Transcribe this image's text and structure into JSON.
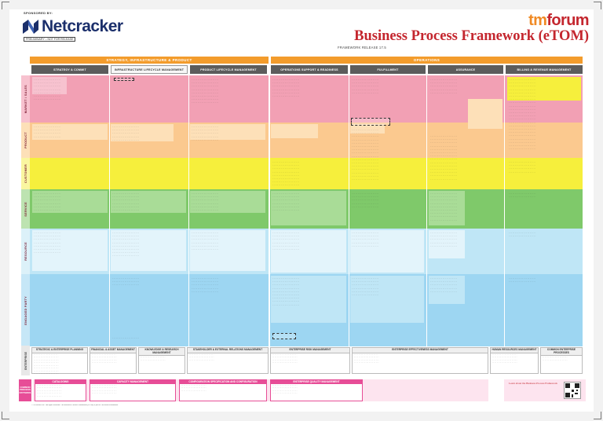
{
  "header": {
    "sponsor": "SPONSORED BY:",
    "company": "Netcracker",
    "preliminary": "PRELIMINARY – NOT FOR RELEASE",
    "brand_tm": "tm",
    "brand_forum": "forum",
    "title": "Business Process Framework (eTOM)",
    "release": "FRAMEWORK RELEASE 17.5"
  },
  "bands": {
    "sip": "STRATEGY, INFRASTRUCTURE & PRODUCT",
    "ops": "OPERATIONS"
  },
  "columns": [
    "STRATEGY & COMMIT",
    "INFRASTRUCTURE LIFECYCLE MANAGEMENT",
    "PRODUCT LIFECYCLE MANAGEMENT",
    "OPERATIONS SUPPORT & READINESS",
    "FULFILLMENT",
    "ASSURANCE",
    "BILLING & REVENUE MANAGEMENT"
  ],
  "rows": [
    "MARKET / SALES",
    "PRODUCT",
    "CUSTOMER",
    "SERVICE",
    "RESOURCE",
    "ENGAGED PARTY"
  ],
  "placeholder": "· · · · · · · · · · · · · · · · · · · · · ·",
  "enterprise": {
    "label": "ENTERPRISE",
    "groups": [
      "STRATEGIC & ENTERPRISE PLANNING",
      "FINANCIAL & ASSET MANAGEMENT",
      "KNOWLEDGE & RESEARCH MANAGEMENT",
      "STAKEHOLDER & EXTERNAL RELATIONS MANAGEMENT",
      "ENTERPRISE RISK MANAGEMENT",
      "ENTERPRISE EFFECTIVENESS MANAGEMENT",
      "HUMAN RESOURCES MANAGEMENT",
      "COMMON ENTERPRISE PROCESSES"
    ]
  },
  "frameworx": {
    "label": "COMMON PROCESS PATTERNS",
    "groups": [
      "CATALOGING",
      "CAPACITY MANAGEMENT",
      "CONFIGURATION SPECIFICATION AND CONFIGURATION MANAGEMENT",
      "ENTERPRISE QUALITY MANAGEMENT"
    ],
    "promo": "Learn about the Business Process Framework"
  },
  "footer": "© TM Forum 2017. All rights reserved. The Business Process Framework (eTOM) is part of TM Forum Frameworx.",
  "colors": {
    "market": "#f2a0b4",
    "product": "#fbc98f",
    "customer": "#f6ef3c",
    "service": "#7fc96a",
    "resource": "#bfe6f6",
    "party": "#9dd6f2",
    "orange_band": "#f39c2c",
    "accent_red": "#c4262e",
    "navy": "#1b2f6b",
    "pink": "#e74d97"
  }
}
